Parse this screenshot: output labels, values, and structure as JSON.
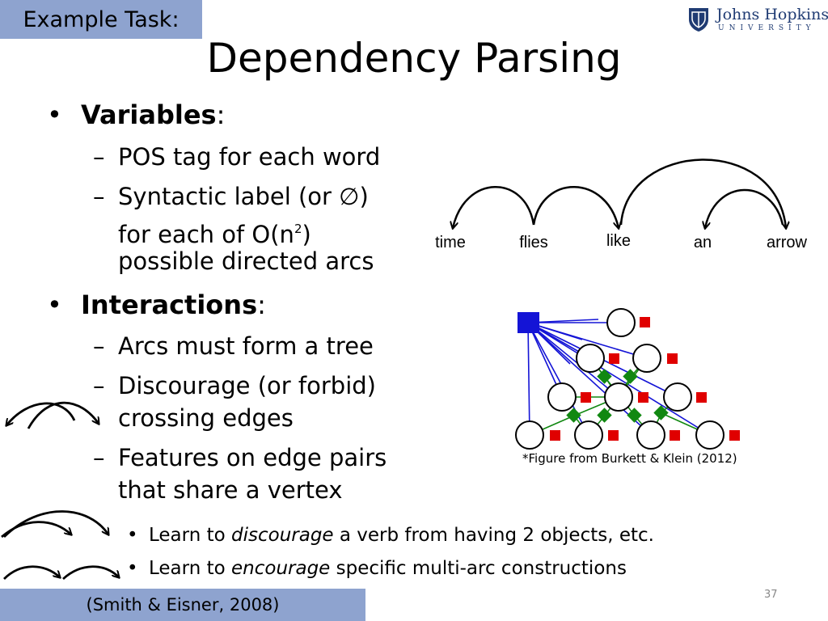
{
  "header": {
    "tag": "Example Task:",
    "title": "Dependency Parsing",
    "logo": {
      "name_first": "Johns",
      "name_second": "Hopkins",
      "subtitle": "UNIVERSITY"
    }
  },
  "bullets": {
    "variables": {
      "label": "Variables",
      "suffix": ":"
    },
    "pos_tag": "POS tag for each word",
    "syntactic_1": "Syntactic label (or ∅)",
    "syntactic_2_pre": "for each of O(n",
    "syntactic_2_sup": "2",
    "syntactic_2_post": ")",
    "syntactic_3": "possible directed arcs",
    "interactions": {
      "label": "Interactions",
      "suffix": ":"
    },
    "tree": "Arcs must form a tree",
    "discourage_1": "Discourage (or forbid)",
    "discourage_2": "crossing edges",
    "features_1": "Features on edge pairs",
    "features_2": "that share a vertex",
    "learn1": {
      "pre": "Learn to ",
      "em": "discourage",
      "post": " a verb from having 2 objects, etc."
    },
    "learn2": {
      "pre": "Learn to ",
      "em": "encourage",
      "post": " specific multi-arc constructions"
    }
  },
  "sentence": {
    "words": [
      "time",
      "flies",
      "like",
      "an",
      "arrow"
    ]
  },
  "figure": {
    "caption": "*Figure from Burkett & Klein (2012)"
  },
  "footer": {
    "citation": "(Smith & Eisner, 2008)",
    "page_number": "37"
  },
  "colors": {
    "header_box": "#8ea3cf",
    "logo_blue": "#1f3b73",
    "factor_blue": "#1414d6",
    "factor_red": "#e00000",
    "factor_green": "#118811"
  }
}
